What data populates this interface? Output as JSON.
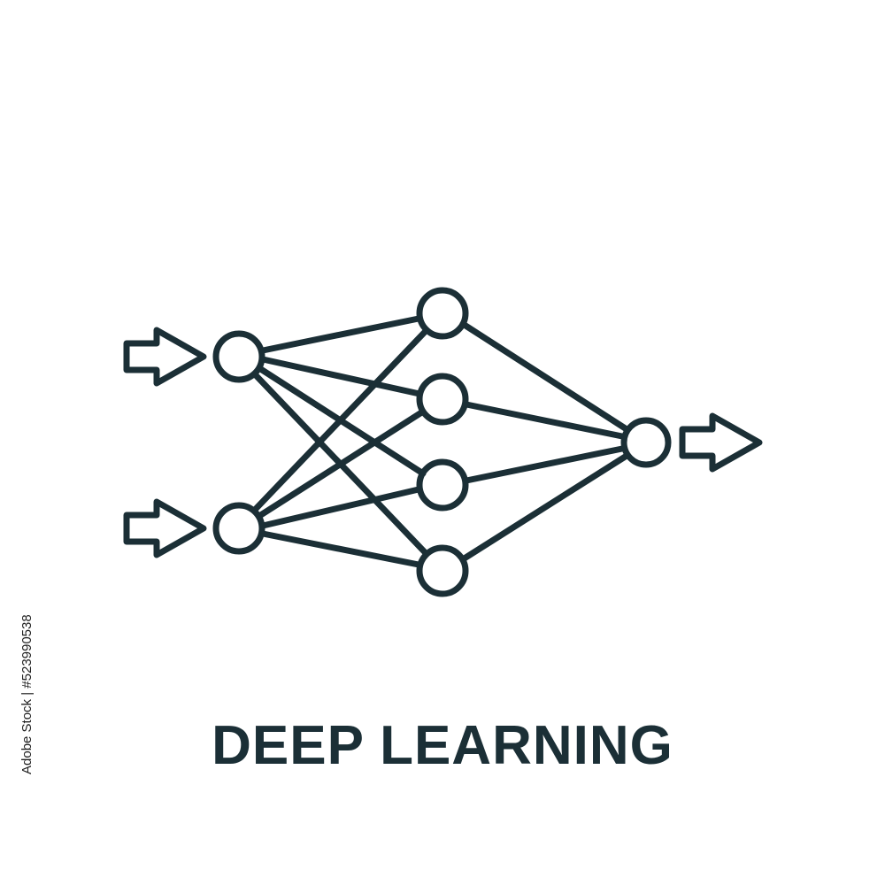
{
  "title": "DEEP LEARNING",
  "stock_id": "Adobe Stock | #523990538",
  "colors": {
    "stroke": "#1b2f36",
    "background": "#ffffff"
  },
  "icon": {
    "name": "neural-network-icon",
    "input_nodes": 2,
    "hidden_nodes": 4,
    "output_nodes": 1,
    "input_arrows": 2,
    "output_arrows": 1
  }
}
